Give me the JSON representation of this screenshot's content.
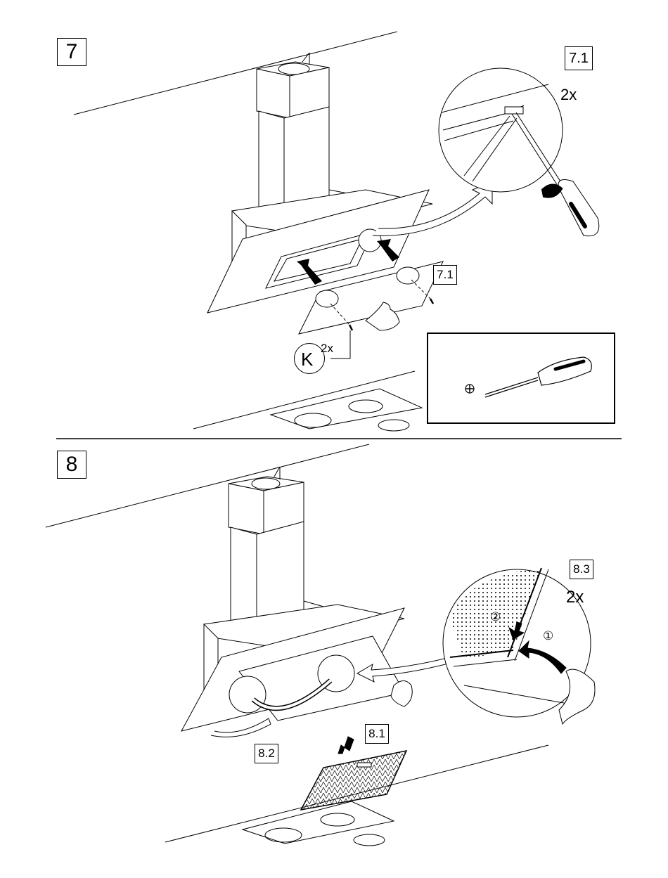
{
  "step7": {
    "number": "7",
    "detail_label": "7.1",
    "count": "2x",
    "inline_label": "7.1",
    "screw_code": "K",
    "screw_count": "2x"
  },
  "step8": {
    "number": "8",
    "detail_label": "8.3",
    "count": "2x",
    "remove_label": "8.2",
    "insert_label": "8.1",
    "marker_one": "①",
    "marker_two": "②"
  },
  "colors": {
    "line": "#000000",
    "background": "#ffffff",
    "grey": "#555555"
  }
}
